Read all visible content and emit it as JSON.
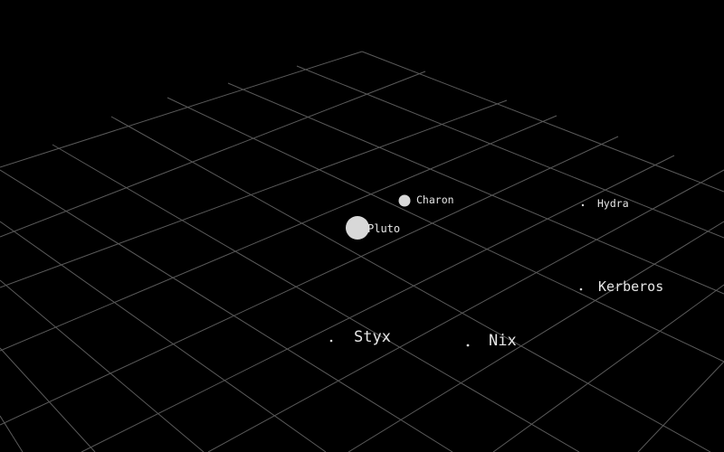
{
  "scene": {
    "background_color": "#000000",
    "grid_color": "#5a5a5a",
    "body_color": "#d8d8d8",
    "label_color": "#e6e6e6"
  },
  "bodies": [
    {
      "id": "pluto",
      "name": "Pluto",
      "kind": "planet"
    },
    {
      "id": "charon",
      "name": "Charon",
      "kind": "moon"
    },
    {
      "id": "hydra",
      "name": "Hydra",
      "kind": "moon"
    },
    {
      "id": "kerberos",
      "name": "Kerberos",
      "kind": "moon"
    },
    {
      "id": "styx",
      "name": "Styx",
      "kind": "moon"
    },
    {
      "id": "nix",
      "name": "Nix",
      "kind": "moon"
    }
  ]
}
